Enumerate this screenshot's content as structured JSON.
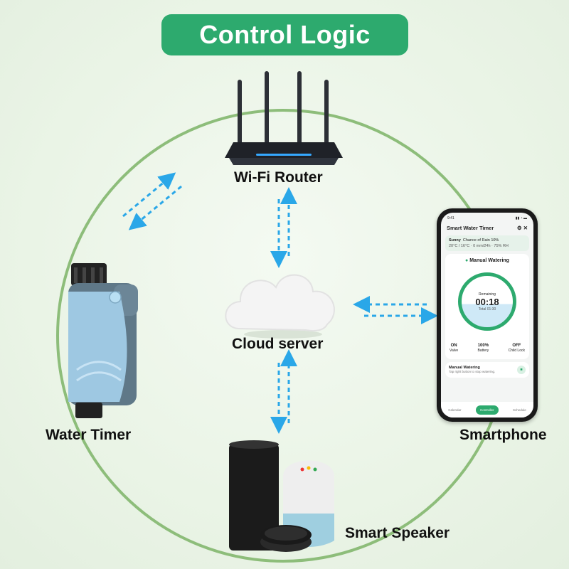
{
  "title": "Control Logic",
  "nodes": {
    "router": "Wi-Fi Router",
    "cloud": "Cloud server",
    "timer": "Water Timer",
    "phone": "Smartphone",
    "speaker": "Smart Speaker"
  },
  "phone_screen": {
    "time": "9:41",
    "app_title": "Smart Water Timer",
    "weather": "Sunny",
    "rain": "Chance of Rain 10%",
    "temp": "20°C / 16°C",
    "rainfall": "0 mm/24h",
    "humidity": "75% RH",
    "mode": "Manual Watering",
    "remaining_label": "Remaining",
    "remaining": "00:18",
    "total": "Total 01:30",
    "stats": [
      {
        "value": "ON",
        "label": "Valve"
      },
      {
        "value": "100%",
        "label": "Battery"
      },
      {
        "value": "OFF",
        "label": "Child Lock"
      }
    ],
    "card_title": "Manual Watering",
    "card_hint": "Tap right button to stop watering.",
    "nav": [
      "Calendar",
      "Controller",
      "Schedule"
    ]
  },
  "colors": {
    "accent": "#2daa6e",
    "circle": "#8dbd7a",
    "arrow": "#2aa7e8"
  }
}
